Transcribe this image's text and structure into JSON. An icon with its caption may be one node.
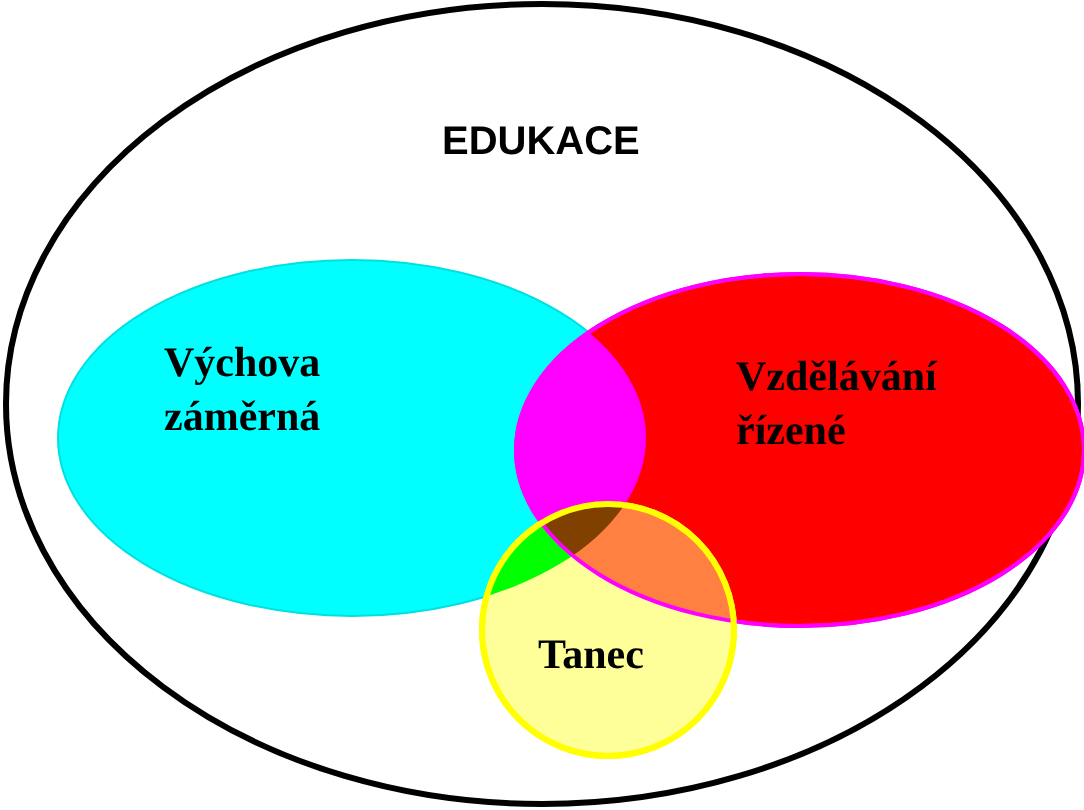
{
  "diagram": {
    "nodes": [
      {
        "text": [
          "EDUKACE"
        ]
      },
      {
        "text": [
          "Výchova záměrná"
        ],
        "in": 0
      },
      {
        "text": [
          "Vzdělávání řízené"
        ],
        "in": 0
      },
      {
        "text": [
          "Tanec"
        ],
        "in": 0
      }
    ],
    "edges": []
  }
}
